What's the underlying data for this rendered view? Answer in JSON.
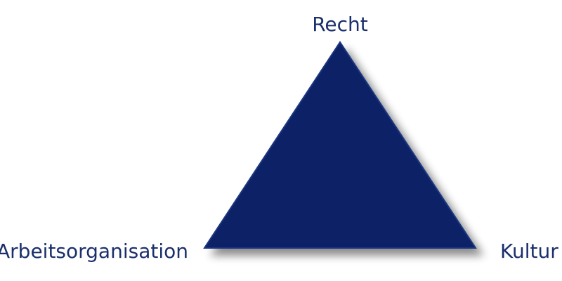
{
  "diagram": {
    "labels": {
      "top": "Recht",
      "left": "Arbeitsorganisation",
      "right": "Kultur"
    },
    "colors": {
      "triangle_fill": "#0d2466",
      "triangle_edge": "#1a3680",
      "text": "#1a2f6b",
      "shadow": "#000000"
    }
  }
}
